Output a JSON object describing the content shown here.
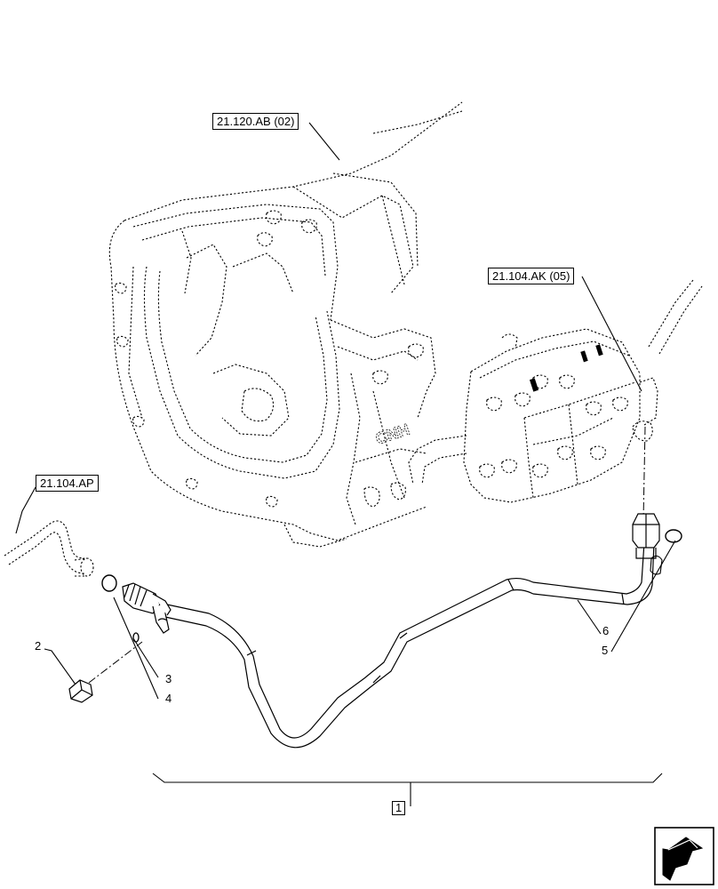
{
  "references": {
    "ref_top": "21.120.AB (02)",
    "ref_right": "21.104.AK (05)",
    "ref_left": "21.104.AP"
  },
  "callouts": {
    "item_1": "1",
    "item_2": "2",
    "item_3": "3",
    "item_4": "4",
    "item_5": "5",
    "item_6": "6"
  },
  "housing_text": "CNH",
  "icons": {
    "nav_arrow": "next-page-arrow-icon"
  },
  "colors": {
    "line": "#000000",
    "background": "#ffffff"
  }
}
